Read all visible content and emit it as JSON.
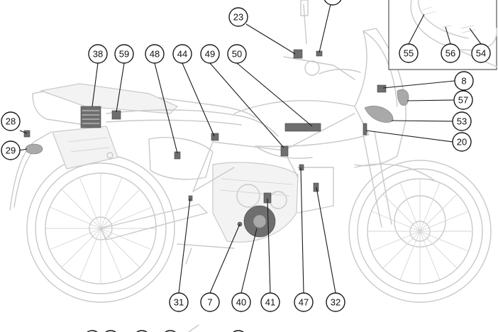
{
  "diagram": {
    "type": "motorcycle-label-locations",
    "callouts": [
      {
        "id": "c23",
        "label": "23",
        "target": "handlebar-left-switch"
      },
      {
        "id": "c38",
        "label": "38",
        "target": "rear-rectifier"
      },
      {
        "id": "c59",
        "label": "59",
        "target": "rear-frame-label"
      },
      {
        "id": "c48",
        "label": "48",
        "target": "side-panel-label"
      },
      {
        "id": "c44",
        "label": "44",
        "target": "seat-side-label"
      },
      {
        "id": "c49",
        "label": "49",
        "target": "frame-junction-label"
      },
      {
        "id": "c50",
        "label": "50",
        "target": "tank-side-decal"
      },
      {
        "id": "c8",
        "label": "8",
        "target": "fairing-label-upper"
      },
      {
        "id": "c57",
        "label": "57",
        "target": "fairing-sticker"
      },
      {
        "id": "c53",
        "label": "53",
        "target": "fairing-panel-decal"
      },
      {
        "id": "c20",
        "label": "20",
        "target": "fairing-label-lower"
      },
      {
        "id": "c28",
        "label": "28",
        "target": "tail-light-label"
      },
      {
        "id": "c29",
        "label": "29",
        "target": "tail-reflector"
      },
      {
        "id": "c55",
        "label": "55",
        "target": "inset-helmet-label-a"
      },
      {
        "id": "c56",
        "label": "56",
        "target": "inset-helmet-label-b"
      },
      {
        "id": "c54",
        "label": "54",
        "target": "inset-helmet-label-c"
      },
      {
        "id": "c31",
        "label": "31",
        "target": "swingarm-pivot-label"
      },
      {
        "id": "c7",
        "label": "7",
        "target": "engine-bolt"
      },
      {
        "id": "c40",
        "label": "40",
        "target": "engine-cover"
      },
      {
        "id": "c41",
        "label": "41",
        "target": "engine-upper-label"
      },
      {
        "id": "c47",
        "label": "47",
        "target": "radiator-label"
      },
      {
        "id": "c32",
        "label": "32",
        "target": "fork-label"
      }
    ]
  }
}
